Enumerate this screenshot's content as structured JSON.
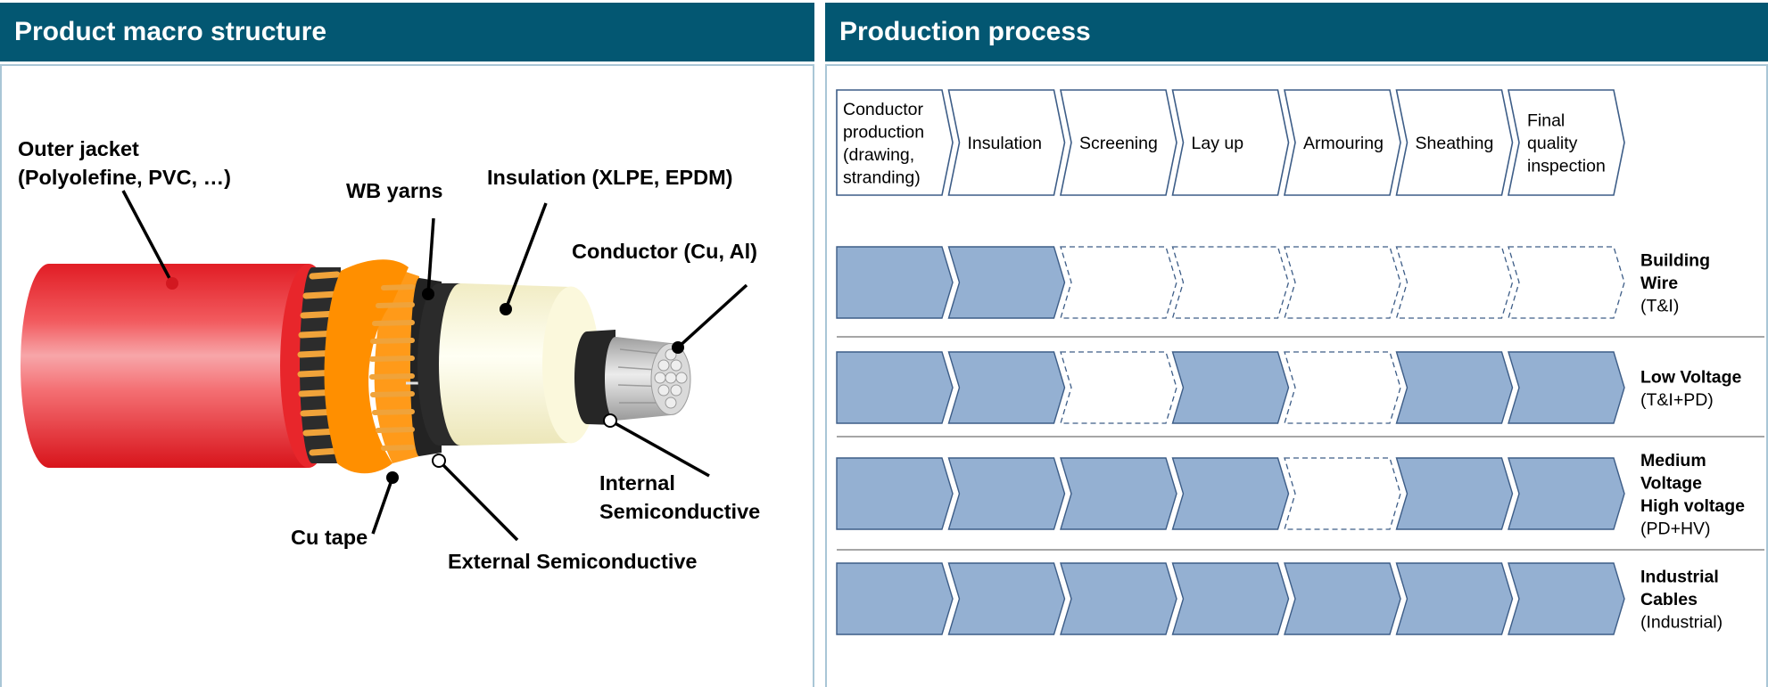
{
  "left_panel": {
    "title": "Product macro structure",
    "labels": {
      "outer_jacket_1": "Outer jacket",
      "outer_jacket_2": "(Polyolefine, PVC, …)",
      "wb_yarns": "WB yarns",
      "insulation": "Insulation (XLPE, EPDM)",
      "conductor": "Conductor (Cu, Al)",
      "internal_1": "Internal",
      "internal_2": "Semiconductive",
      "external": "External Semiconductive",
      "cu_tape": "Cu tape"
    },
    "colors": {
      "jacket": "#e8262b",
      "wb_yarn_tape": "#ff8f00",
      "cu_wire": "#f0a33a",
      "insulation": "#fbf8dc",
      "semiconductive": "#1e1e1e",
      "conductor": "#c9c9c9"
    }
  },
  "right_panel": {
    "title": "Production process",
    "steps": [
      [
        "Conductor",
        "production",
        "(drawing,",
        "stranding)"
      ],
      [
        "Insulation"
      ],
      [
        "Screening"
      ],
      [
        "Lay up"
      ],
      [
        "Armouring"
      ],
      [
        "Sheathing"
      ],
      [
        "Final",
        "quality",
        "inspection"
      ]
    ],
    "rows": [
      {
        "bold": [
          "Building",
          "Wire"
        ],
        "normal": "(T&I)",
        "active": [
          true,
          true,
          false,
          false,
          false,
          false,
          false
        ]
      },
      {
        "bold": [
          "Low Voltage"
        ],
        "normal": "(T&I+PD)",
        "active": [
          true,
          true,
          false,
          true,
          false,
          true,
          true
        ]
      },
      {
        "bold": [
          "Medium",
          "Voltage",
          "High voltage"
        ],
        "normal": "(PD+HV)",
        "active": [
          true,
          true,
          true,
          true,
          false,
          true,
          true
        ]
      },
      {
        "bold": [
          "Industrial",
          "Cables"
        ],
        "normal": "(Industrial)",
        "active": [
          true,
          true,
          true,
          true,
          true,
          true,
          true
        ]
      }
    ],
    "colors": {
      "active_fill": "#94b0d2",
      "outline": "#3d5d87",
      "separator": "#a6a6a6"
    }
  }
}
